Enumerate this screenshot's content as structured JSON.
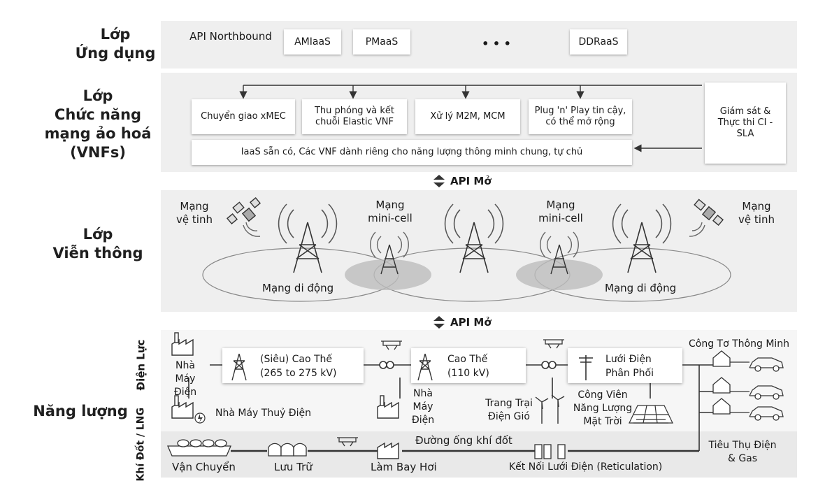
{
  "layers": {
    "app": {
      "label_line1": "Lớp",
      "label_line2": "Ứng dụng",
      "items": [
        "API Northbound",
        "AMIaaS",
        "PMaaS",
        "• • •",
        "DDRaaS"
      ]
    },
    "vnf": {
      "label_line1": "Lớp",
      "label_line2": "Chức năng",
      "label_line3": "mạng ảo hoá",
      "label_line4": "(VNFs)",
      "boxes": [
        "Chuyển giao xMEC",
        "Thu phóng và kết chuỗi Elastic VNF",
        "Xử lý M2M, MCM",
        "Plug 'n' Play tin cậy, có thể mở rộng"
      ],
      "wide_box": "IaaS sẵn có, Các VNF dành riêng cho năng lượng thông minh chung, tự chủ",
      "monitor": "Giám sát & Thực thi CI - SLA"
    },
    "api_open_1": "API Mở",
    "telecom": {
      "label_line1": "Lớp",
      "label_line2": "Viễn thông",
      "sat_left": "Mạng vệ tinh",
      "sat_right": "Mạng vệ tinh",
      "mini_left": "Mạng mini-cell",
      "mini_right": "Mạng mini-cell",
      "mobile_left": "Mạng di động",
      "mobile_right": "Mạng di động"
    },
    "api_open_2": "API Mở",
    "energy": {
      "label": "Năng lượng",
      "power_vertical": "Điện Lực",
      "gas_vertical": "Khí Đốt / LNG",
      "plant": "Nhà Máy Điện",
      "hydro": "Nhà Máy Thuỷ Điện",
      "ehv_line1": "(Siêu) Cao Thế",
      "ehv_line2": "(265 to 275 kV)",
      "hv_line1": "Cao Thế",
      "hv_line2": "(110 kV)",
      "dist_line1": "Lưới Điện",
      "dist_line2": "Phân Phối",
      "plant2": "Nhà Máy Điện",
      "wind": "Trang Trại Điện Gió",
      "solar": "Công Viên Năng Lượng Mặt Trời",
      "smart_meter": "Công Tơ Thông Minh",
      "pipeline": "Đường ống khí đốt",
      "transport": "Vận Chuyển",
      "storage": "Lưu Trữ",
      "vaporize": "Làm Bay Hơi",
      "reticulation": "Kết Nối Lưới Điện (Reticulation)",
      "consumption": "Tiêu Thụ Điện & Gas"
    }
  }
}
